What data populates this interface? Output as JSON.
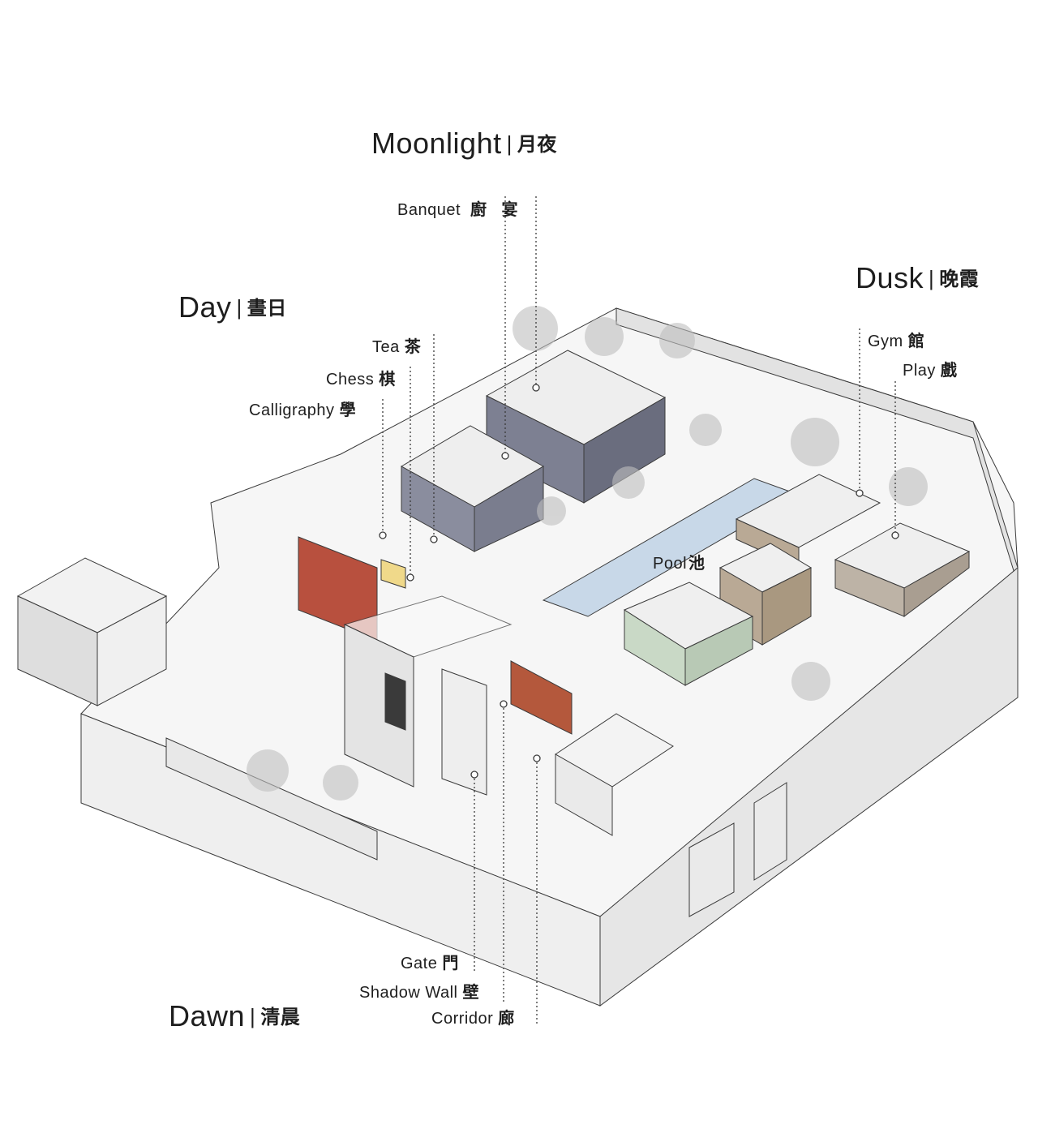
{
  "zones": {
    "moonlight": {
      "en": "Moonlight",
      "cn": "月夜"
    },
    "day": {
      "en": "Day",
      "cn": "晝日"
    },
    "dusk": {
      "en": "Dusk",
      "cn": "晚霞"
    },
    "dawn": {
      "en": "Dawn",
      "cn": "清晨"
    }
  },
  "labels": {
    "banquet": {
      "en": "Banquet",
      "cn1": "廚",
      "cn2": "宴"
    },
    "tea": {
      "en": "Tea",
      "cn": "茶"
    },
    "chess": {
      "en": "Chess",
      "cn": "棋"
    },
    "calligraphy": {
      "en": "Calligraphy",
      "cn": "學"
    },
    "gym": {
      "en": "Gym",
      "cn": "館"
    },
    "play": {
      "en": "Play",
      "cn": "戲"
    },
    "pool": {
      "en": "Pool",
      "cn": "池"
    },
    "gate": {
      "en": "Gate",
      "cn": "門"
    },
    "shadow_wall": {
      "en": "Shadow Wall",
      "cn": "壁"
    },
    "corridor": {
      "en": "Corridor",
      "cn": "廊"
    }
  },
  "colors": {
    "line": "#3a3a3a",
    "wall": "#ececec",
    "wall_shade": "#cfcfcf",
    "moonlight_pavilion": "#7d8092",
    "dusk_pavilion": "#b9a995",
    "pool": "#c8d8e8",
    "green_pavilion": "#c9d9c6",
    "red_wall": "#b8503e",
    "accent_yellow": "#f0d98a"
  }
}
